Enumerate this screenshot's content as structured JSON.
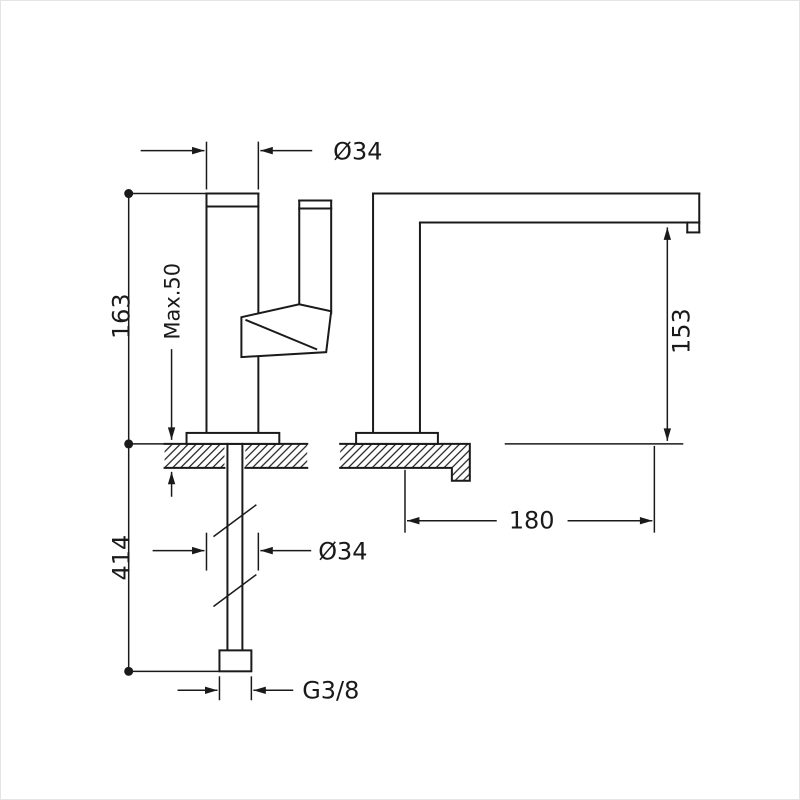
{
  "drawing": {
    "type": "technical-dimension-drawing",
    "subject": "basin mixer tap, front and side elevation",
    "labels": {
      "top_diameter": "Ø34",
      "height_above_deck": "163",
      "max_deck_thickness": "Max.50",
      "under_length": "414",
      "body_diameter": "Ø34",
      "thread": "G3/8",
      "spout_reach": "180",
      "spout_height": "153"
    },
    "colors": {
      "line": "#1a1a1a",
      "background": "#ffffff"
    }
  }
}
